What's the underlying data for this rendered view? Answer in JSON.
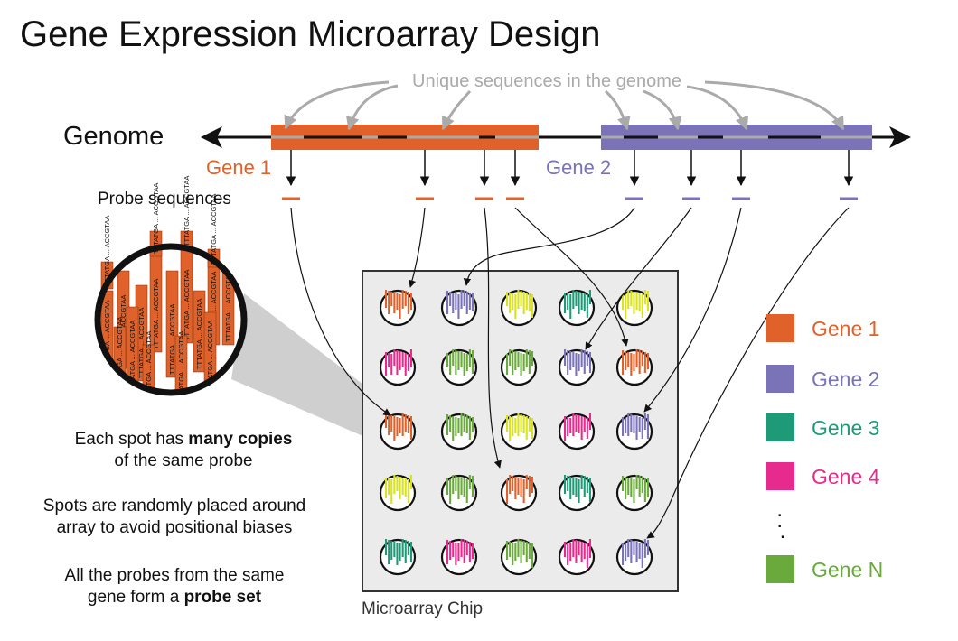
{
  "title": "Gene Expression Microarray Design",
  "genome_label": "Genome",
  "unique_sequences_label": "Unique sequences in the genome",
  "probe_sequences_label": "Probe sequences",
  "gene1_label": "Gene 1",
  "gene2_label": "Gene 2",
  "chip_label": "Microarray Chip",
  "probe_text_a": "TTTATGA",
  "probe_text_b": "ACCGTAA",
  "captions": {
    "spot_copies_pre": "Each spot has ",
    "spot_copies_bold": "many copies",
    "spot_copies_post": "of the same probe",
    "random_line1": "Spots are randomly placed around",
    "random_line2": "array to avoid positional biases",
    "probe_set_line1": "All the probes from the same",
    "probe_set_pre": "gene form a ",
    "probe_set_bold": "probe set"
  },
  "legend": [
    {
      "label": "Gene 1",
      "color": "#e0622a"
    },
    {
      "label": "Gene 2",
      "color": "#7a73b8"
    },
    {
      "label": "Gene 3",
      "color": "#1f9a78"
    },
    {
      "label": "Gene 4",
      "color": "#e72a8d"
    },
    {
      "label": "Gene N",
      "color": "#6aaa3c"
    }
  ],
  "legend_ellipsis": ".\n.\n.",
  "colors": {
    "gene1": "#e0622a",
    "gene2": "#7a73b8",
    "gene3": "#1f9a78",
    "gene4": "#e72a8d",
    "yellow": "#d8e21e",
    "geneN": "#6aaa3c",
    "unique_arrows": "#aaaaaa",
    "chip_bg": "#eaebea"
  },
  "chip_grid": [
    [
      "gene1",
      "gene2",
      "yellow",
      "gene3",
      "yellow"
    ],
    [
      "gene4",
      "geneN",
      "geneN",
      "gene2",
      "gene1"
    ],
    [
      "gene1",
      "geneN",
      "yellow",
      "gene4",
      "gene2"
    ],
    [
      "yellow",
      "geneN",
      "gene1",
      "gene3",
      "geneN"
    ],
    [
      "gene3",
      "gene4",
      "geneN",
      "gene4",
      "gene2"
    ]
  ]
}
